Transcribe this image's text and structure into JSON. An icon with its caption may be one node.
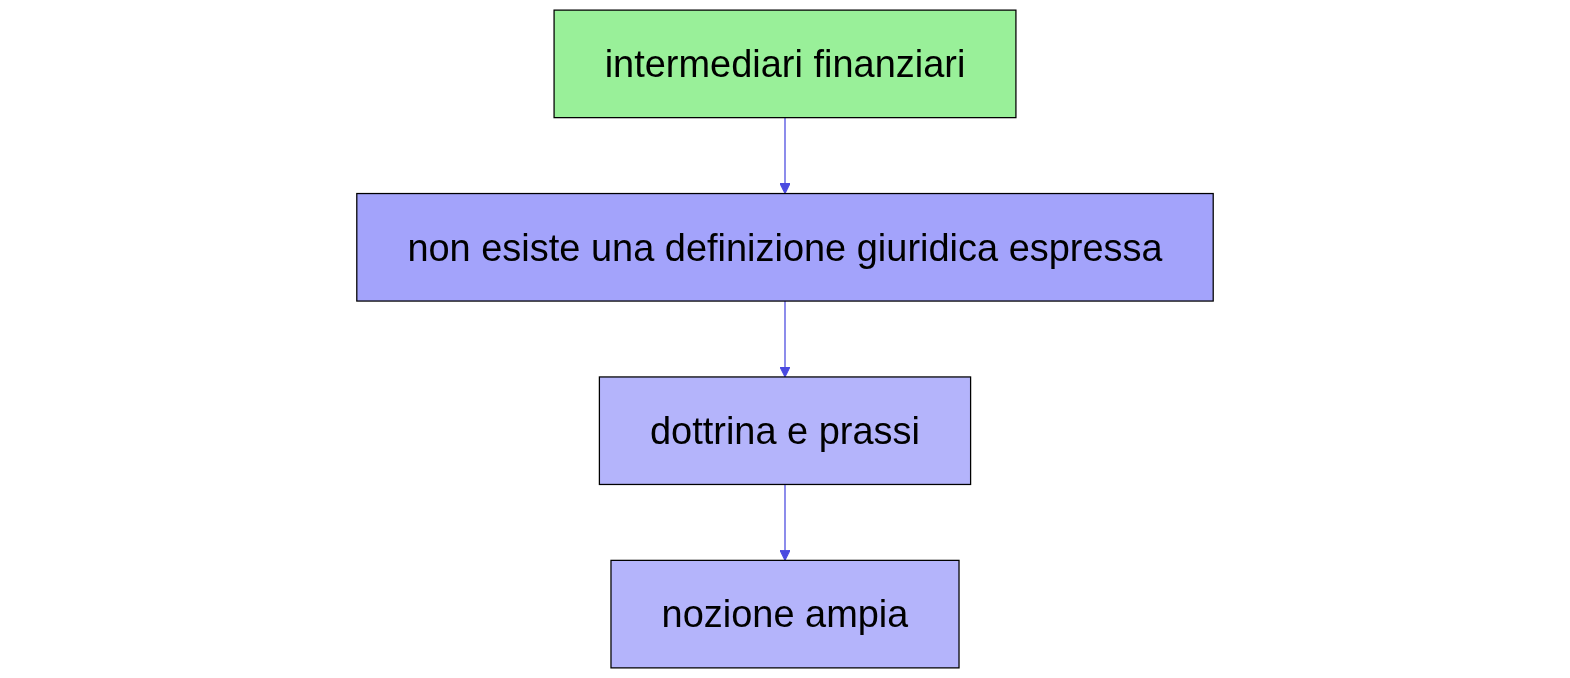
{
  "diagram": {
    "nodes": [
      {
        "text": [
          "intermediari finanziari"
        ]
      },
      {
        "text": [
          "non esiste una definizione giuridica espressa"
        ]
      },
      {
        "text": [
          "dottrina e prassi"
        ]
      },
      {
        "text": [
          "nozione ampia"
        ]
      }
    ],
    "edges": [
      {
        "from": 0,
        "to": 1,
        "arrow": "to"
      },
      {
        "from": 1,
        "to": 2,
        "arrow": "to"
      },
      {
        "from": 2,
        "to": 3,
        "arrow": "to"
      }
    ]
  }
}
